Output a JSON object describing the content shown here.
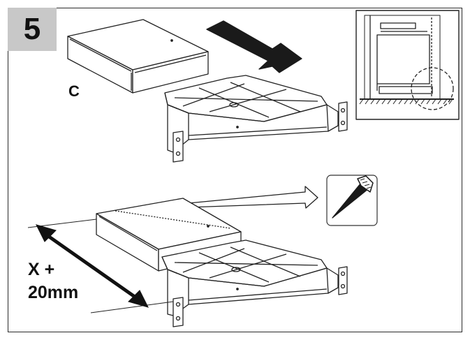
{
  "step": {
    "number": "5"
  },
  "labels": {
    "part_c": "C",
    "dimension_line1": "X +",
    "dimension_line2": "20mm"
  },
  "icons": [
    "arrow-right-icon",
    "cutting-tool-icon",
    "detail-inset-icon"
  ],
  "colors": {
    "badge": "#c8c8c8",
    "ink": "#111111",
    "arrow": "#1a1a1a"
  }
}
